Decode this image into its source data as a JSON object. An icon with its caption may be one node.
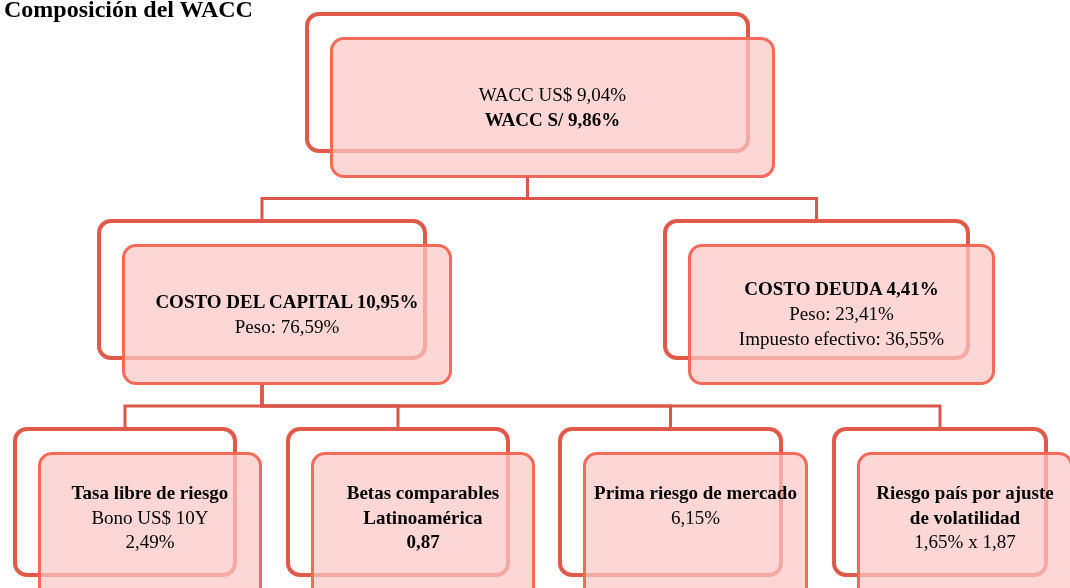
{
  "diagram": {
    "title": "Composición del WACC",
    "nodes": [
      {
        "text": [
          "WACC US$  9,04%",
          "WACC  S/  9,86%"
        ]
      },
      {
        "text": [
          "COSTO DEL CAPITAL 10,95%",
          "Peso: 76,59%"
        ]
      },
      {
        "text": [
          "COSTO DEUDA 4,41%",
          "Peso: 23,41%",
          "Impuesto efectivo: 36,55%"
        ]
      },
      {
        "text": [
          "Tasa libre de riesgo",
          "Bono US$  10Y",
          "2,49%"
        ]
      },
      {
        "text": [
          "Betas comparables Latinoamérica",
          "0,87"
        ]
      },
      {
        "text": [
          "Prima riesgo de mercado",
          "6,15%"
        ]
      },
      {
        "text": [
          "Riesgo país por ajuste de volatilidad",
          "1,65% x 1,87"
        ]
      }
    ],
    "edges": [
      {
        "from": 0,
        "to": 1,
        "arrow": "none"
      },
      {
        "from": 0,
        "to": 2,
        "arrow": "none"
      },
      {
        "from": 1,
        "to": 3,
        "arrow": "none"
      },
      {
        "from": 1,
        "to": 4,
        "arrow": "none"
      },
      {
        "from": 1,
        "to": 5,
        "arrow": "none"
      },
      {
        "from": 1,
        "to": 6,
        "arrow": "none"
      }
    ]
  }
}
